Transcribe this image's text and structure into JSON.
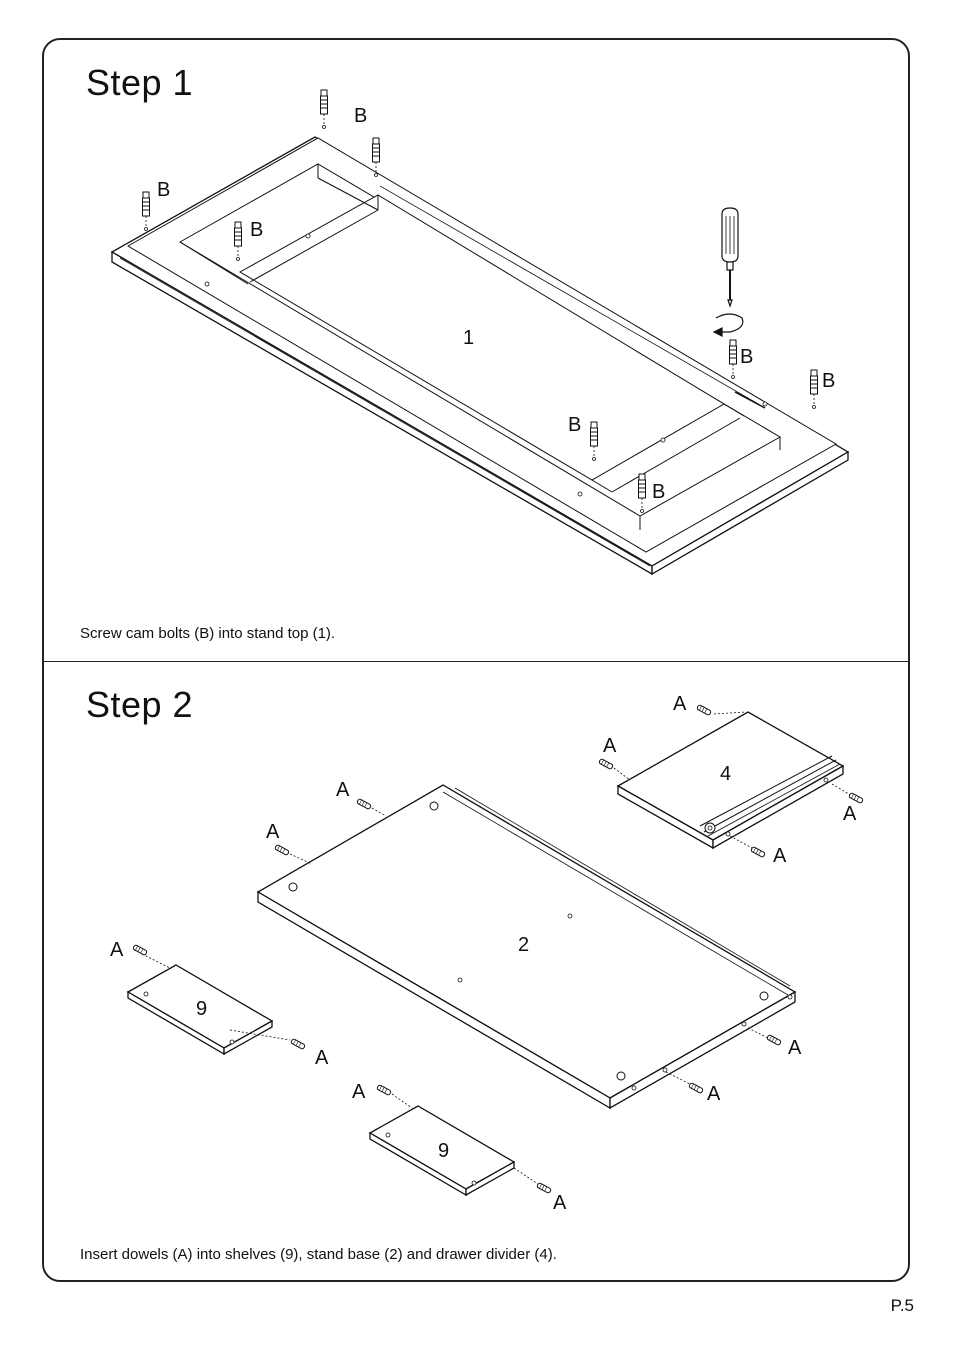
{
  "step1": {
    "title": "Step  1",
    "caption": "Screw cam bolts (B) into stand top (1).",
    "part_label": "1",
    "bolt_label": "B"
  },
  "step2": {
    "title": "Step  2",
    "caption": "Insert dowels (A) into shelves (9), stand base (2) and drawer divider (4).",
    "part_base": "2",
    "part_divider": "4",
    "part_shelf": "9",
    "dowel_label": "A"
  },
  "page_number": "P.5"
}
